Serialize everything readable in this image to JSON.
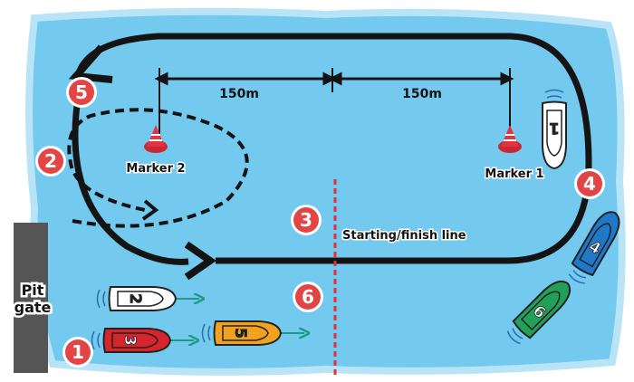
{
  "colors": {
    "water": "#74c9ee",
    "water_edge": "#b9e4f7",
    "track": "#141414",
    "dashed": "#141414",
    "step_circle": "#e34545",
    "start_line": "#e0303a",
    "pit": "#555555",
    "arrow_green": "#1f9a86"
  },
  "distances": {
    "left": "150m",
    "right": "150m"
  },
  "markers": {
    "marker2": "Marker 2",
    "marker1": "Marker 1"
  },
  "start_line_label": "Starting/finish line",
  "pit_gate": {
    "line1": "Pit",
    "line2": "gate"
  },
  "steps": [
    "1",
    "2",
    "3",
    "4",
    "5",
    "6"
  ],
  "boats": [
    {
      "number": "1",
      "color": "#ffffff",
      "num_color": "#222222"
    },
    {
      "number": "2",
      "color": "#ffffff",
      "num_color": "#222222"
    },
    {
      "number": "3",
      "color": "#d8242c",
      "num_color": "#ffffff"
    },
    {
      "number": "4",
      "color": "#1f78c8",
      "num_color": "#ffffff"
    },
    {
      "number": "5",
      "color": "#f2a21c",
      "num_color": "#222222"
    },
    {
      "number": "6",
      "color": "#22a05a",
      "num_color": "#ffffff"
    }
  ],
  "icons": [
    "buoy-icon",
    "boat-icon",
    "arrow-icon"
  ]
}
